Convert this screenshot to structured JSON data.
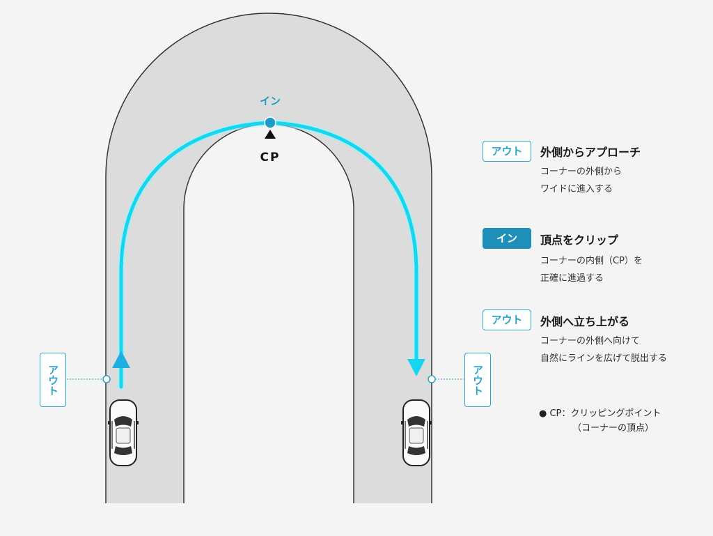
{
  "diagram": {
    "apex_label": "イン",
    "cp_label": "CP",
    "left_side_label": "アウト",
    "right_side_label": "アウト",
    "colors": {
      "road": "#dcdcdc",
      "road_edge": "#333333",
      "line": "#14d6ee",
      "accent": "#29a3c8",
      "tag_fill": "#1e8fb8"
    },
    "cars": [
      {
        "name": "car-left",
        "direction": "up"
      },
      {
        "name": "car-right",
        "direction": "up"
      }
    ]
  },
  "steps": [
    {
      "tag": "アウト",
      "tag_style": "outline",
      "title": "外側からアプローチ",
      "desc": [
        "コーナーの外側から",
        "ワイドに進入する"
      ]
    },
    {
      "tag": "イン",
      "tag_style": "filled",
      "title": "頂点をクリップ",
      "desc": [
        "コーナーの内側（CP）を",
        "正確に進過する"
      ]
    },
    {
      "tag": "アウト",
      "tag_style": "outline",
      "title": "外側へ立ち上がる",
      "desc": [
        "コーナーの外側へ向けて",
        "自然にラインを広げて脱出する"
      ]
    }
  ],
  "note": {
    "line1": "● CP：クリッピングポイント",
    "line2": "（コーナーの頂点）"
  }
}
